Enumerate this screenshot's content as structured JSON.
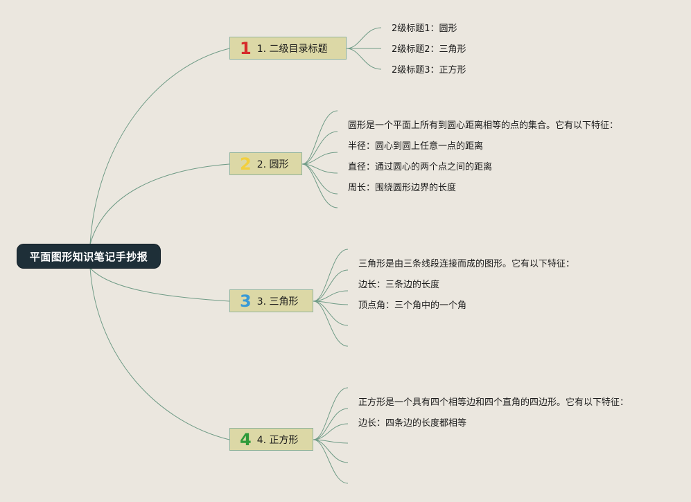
{
  "root": {
    "title": "平面图形知识笔记手抄报"
  },
  "branches": [
    {
      "icon": "number-1-icon",
      "number": "1",
      "number_color": "#d62a2a",
      "label": "1. 二级目录标题",
      "children": [
        "2级标题1：圆形",
        "2级标题2：三角形",
        "2级标题3：正方形"
      ]
    },
    {
      "icon": "number-2-icon",
      "number": "2",
      "number_color": "#f2cf3f",
      "label": "2. 圆形",
      "children": [
        "圆形是一个平面上所有到圆心距离相等的点的集合。它有以下特征：",
        "半径：圆心到圆上任意一点的距离",
        "直径：通过圆心的两个点之间的距离",
        "周长：围绕圆形边界的长度",
        ""
      ]
    },
    {
      "icon": "number-3-icon",
      "number": "3",
      "number_color": "#3a9ad6",
      "label": "3. 三角形",
      "children": [
        "三角形是由三条线段连接而成的图形。它有以下特征：",
        "边长：三条边的长度",
        "顶点角：三个角中的一个角",
        "",
        ""
      ]
    },
    {
      "icon": "number-4-icon",
      "number": "4",
      "number_color": "#2e9a3a",
      "label": "4. 正方形",
      "children": [
        "正方形是一个具有四个相等边和四个直角的四边形。它有以下特征：",
        "边长：四条边的长度都相等",
        "",
        "",
        ""
      ]
    }
  ],
  "colors": {
    "background": "#ebe7df",
    "connector": "#6f9b86",
    "root_fill": "#1e2f38",
    "branch_fill": "#dcd8a6"
  }
}
